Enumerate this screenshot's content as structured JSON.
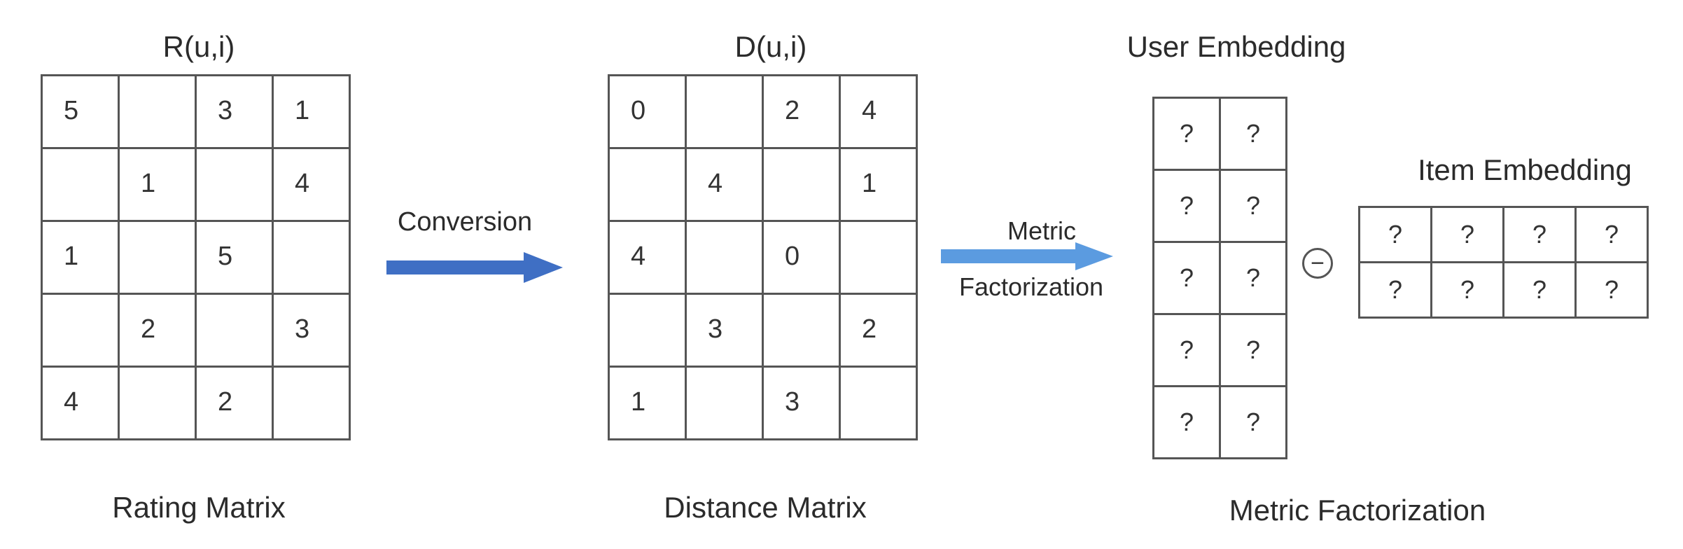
{
  "rating": {
    "title": "R(u,i)",
    "caption": "Rating Matrix",
    "rows": [
      [
        "5",
        "",
        "3",
        "1"
      ],
      [
        "",
        "1",
        "",
        "4"
      ],
      [
        "1",
        "",
        "5",
        ""
      ],
      [
        "",
        "2",
        "",
        "3"
      ],
      [
        "4",
        "",
        "2",
        ""
      ]
    ]
  },
  "distance": {
    "title": "D(u,i)",
    "caption": "Distance Matrix",
    "rows": [
      [
        "0",
        "",
        "2",
        "4"
      ],
      [
        "",
        "4",
        "",
        "1"
      ],
      [
        "4",
        "",
        "0",
        ""
      ],
      [
        "",
        "3",
        "",
        "2"
      ],
      [
        "1",
        "",
        "3",
        ""
      ]
    ]
  },
  "arrows": {
    "conversion": "Conversion",
    "metric_line1": "Metric",
    "metric_line2": "Factorization"
  },
  "user_embedding": {
    "title": "User Embedding",
    "rows": [
      [
        "?",
        "?"
      ],
      [
        "?",
        "?"
      ],
      [
        "?",
        "?"
      ],
      [
        "?",
        "?"
      ],
      [
        "?",
        "?"
      ]
    ]
  },
  "item_embedding": {
    "title": "Item Embedding",
    "rows": [
      [
        "?",
        "?",
        "?",
        "?"
      ],
      [
        "?",
        "?",
        "?",
        "?"
      ]
    ]
  },
  "operator": "−",
  "caption_right": "Metric Factorization",
  "colors": {
    "arrow_dark": "#3f6fc4",
    "arrow_light": "#5b9be0",
    "grid": "#555555"
  }
}
